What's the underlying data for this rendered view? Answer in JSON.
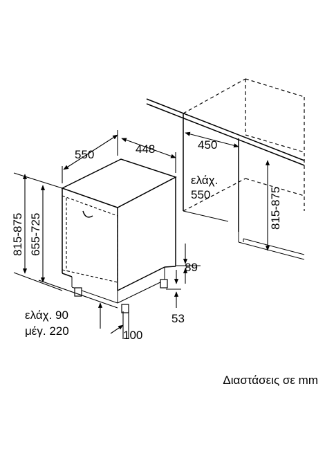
{
  "dimensions": {
    "depth": "550",
    "width": "448",
    "niche_depth": "450",
    "niche_min_label": "ελάχ.",
    "niche_min_value": "550",
    "niche_height": "815-875",
    "total_height": "815-875",
    "door_height": "655-725",
    "plinth_height": "89",
    "foot_adjust": "53",
    "plinth_min": "ελάχ. 90",
    "plinth_max": "μέγ. 220",
    "plinth_depth": "100"
  },
  "caption": "Διαστάσεις σε mm",
  "colors": {
    "line": "#000000",
    "background": "#ffffff"
  }
}
